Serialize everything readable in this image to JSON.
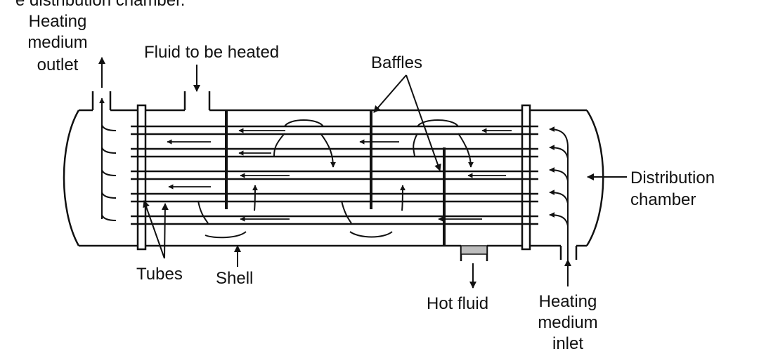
{
  "caption_fragment": "e distribution chamber.",
  "labels": {
    "heating_medium_outlet": [
      "Heating",
      "medium",
      "outlet"
    ],
    "fluid_to_be_heated": "Fluid to be heated",
    "baffles": "Baffles",
    "distribution_chamber": [
      "Distribution",
      "chamber"
    ],
    "tubes": "Tubes",
    "shell": "Shell",
    "hot_fluid": "Hot fluid",
    "heating_medium_inlet": [
      "Heating",
      "medium",
      "inlet"
    ]
  },
  "colors": {
    "ink": "#111111",
    "outlet_fill": "#bdbdbd"
  }
}
